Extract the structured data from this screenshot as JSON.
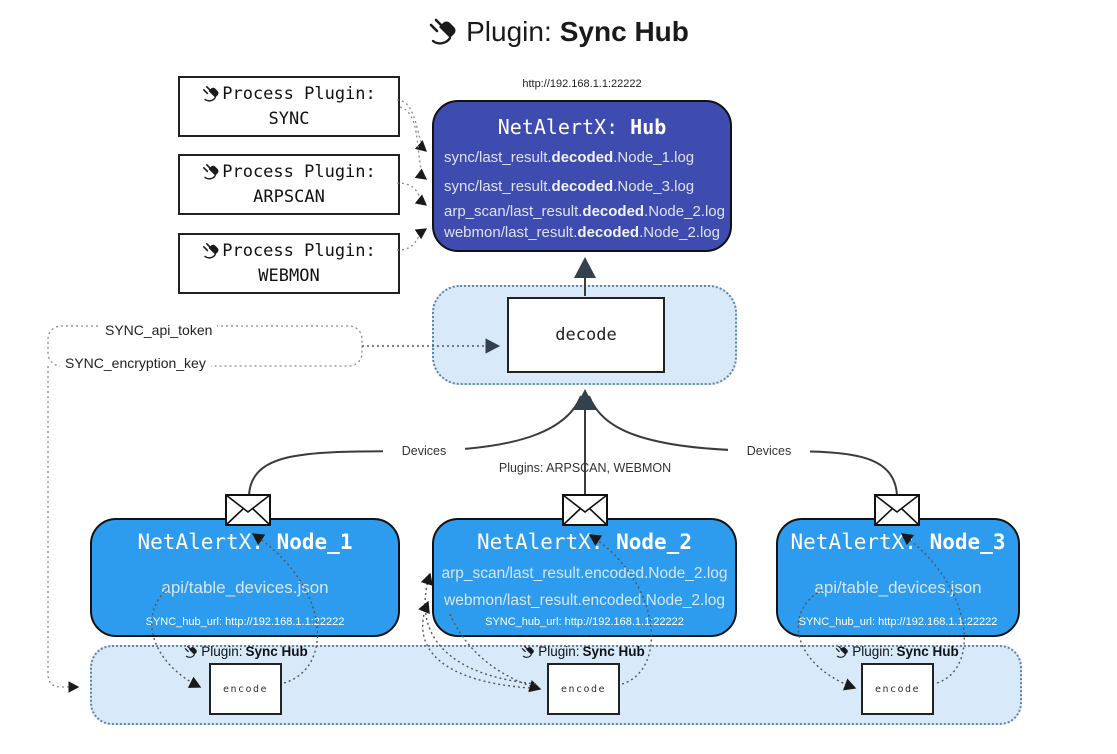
{
  "title": {
    "prefix": "Plugin:",
    "name": "Sync Hub"
  },
  "process_plugins": {
    "label": "Process Plugin:",
    "items": [
      "SYNC",
      "ARPSCAN",
      "WEBMON"
    ]
  },
  "hub": {
    "url": "http://192.168.1.1:22222",
    "title_prefix": "NetAlertX:",
    "title_name": "Hub",
    "lines": [
      {
        "pre": "sync/last_result.",
        "bold": "decoded",
        "post": ".Node_1.log"
      },
      {
        "pre": "sync/last_result.",
        "bold": "decoded",
        "post": ".Node_3.log"
      },
      {
        "pre": "arp_scan/last_result.",
        "bold": "decoded",
        "post": ".Node_2.log"
      },
      {
        "pre": "webmon/last_result.",
        "bold": "decoded",
        "post": ".Node_2.log"
      }
    ]
  },
  "decode": {
    "label": "decode"
  },
  "keys": {
    "api_token": "SYNC_api_token",
    "encryption_key": "SYNC_encryption_key"
  },
  "edges": {
    "devices_left": "Devices",
    "devices_right": "Devices",
    "plugins_center": "Plugins: ARPSCAN, WEBMON"
  },
  "nodes": [
    {
      "title_prefix": "NetAlertX:",
      "title_name": "Node_1",
      "files": [
        "api/table_devices.json"
      ],
      "hub_url": "SYNC_hub_url: http://192.168.1.1:22222"
    },
    {
      "title_prefix": "NetAlertX:",
      "title_name": "Node_2",
      "files": [
        "arp_scan/last_result.encoded.Node_2.log",
        "webmon/last_result.encoded.Node_2.log"
      ],
      "hub_url": "SYNC_hub_url: http://192.168.1.1:22222"
    },
    {
      "title_prefix": "NetAlertX:",
      "title_name": "Node_3",
      "files": [
        "api/table_devices.json"
      ],
      "hub_url": "SYNC_hub_url: http://192.168.1.1:22222"
    }
  ],
  "encode_section": {
    "plugin_label_prefix": "Plugin:",
    "plugin_label_name": "Sync Hub",
    "encode_label": "encode"
  },
  "colors": {
    "hub_bg": "#3F4CAF",
    "node_bg": "#2E9CEE",
    "panel_bg": "#D8E9F9",
    "panel_border": "#5E86AD"
  }
}
